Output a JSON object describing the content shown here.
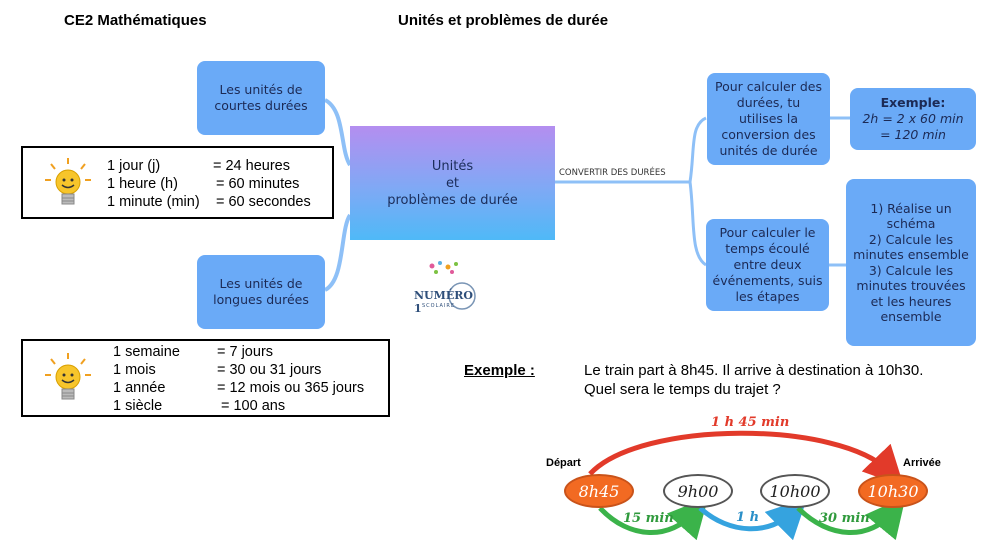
{
  "header": {
    "left_title": "CE2 Mathématiques",
    "center_title": "Unités et problèmes de durée"
  },
  "central": {
    "line1": "Unités",
    "line2": "et",
    "line3": "problèmes de durée"
  },
  "logo": {
    "text": "NUMÉRO 1",
    "sub": "SCOLAIRE"
  },
  "short_units_node": {
    "text": "Les unités de courtes durées"
  },
  "long_units_node": {
    "text": "Les unités de longues durées"
  },
  "convert_label": "CONVERTIR DES DURÉES",
  "calc_node": {
    "text": "Pour calculer des durées, tu utilises la conversion des unités de durée"
  },
  "example_box": {
    "title": "Exemple:",
    "line1": "2h = 2 x 60 min",
    "line2": "= 120 min"
  },
  "elapsed_node": {
    "text": "Pour calculer le temps écoulé entre deux événements, suis les étapes"
  },
  "steps_box": {
    "step1": "1) Réalise un schéma",
    "step2": "2) Calcule les minutes ensemble",
    "step3": "3) Calcule les minutes trouvées et les heures ensemble"
  },
  "short_table": {
    "rows": [
      {
        "unit": "1 jour (j)",
        "value": "= 24 heures"
      },
      {
        "unit": "1 heure (h)",
        "value": "= 60 minutes"
      },
      {
        "unit": "1 minute (min)",
        "value": "= 60 secondes"
      }
    ]
  },
  "long_table": {
    "rows": [
      {
        "unit": "1 semaine",
        "value": "= 7 jours"
      },
      {
        "unit": "1 mois",
        "value": "= 30 ou 31 jours"
      },
      {
        "unit": "1 année",
        "value": "= 12 mois ou 365 jours"
      },
      {
        "unit": "1 siècle",
        "value": "= 100 ans"
      }
    ]
  },
  "problem": {
    "label": "Exemple :",
    "line1": "Le train part à 8h45. Il arrive à destination à 10h30.",
    "line2": "Quel sera le temps du trajet ?"
  },
  "timeline": {
    "depart_label": "Départ",
    "arrivee_label": "Arrivée",
    "total": "1 h 45 min",
    "times": [
      "8h45",
      "9h00",
      "10h00",
      "10h30"
    ],
    "gaps": [
      "15 min",
      "1 h",
      "30 min"
    ],
    "colors": {
      "total_arc": "#e23a2a",
      "gap1": "#3bb34a",
      "gap2": "#35a3df",
      "gap3": "#3bb34a"
    }
  },
  "colors": {
    "node_blue": "#6aaaf7",
    "bulb_yellow": "#f7c52b",
    "orange": "#f26a22"
  }
}
